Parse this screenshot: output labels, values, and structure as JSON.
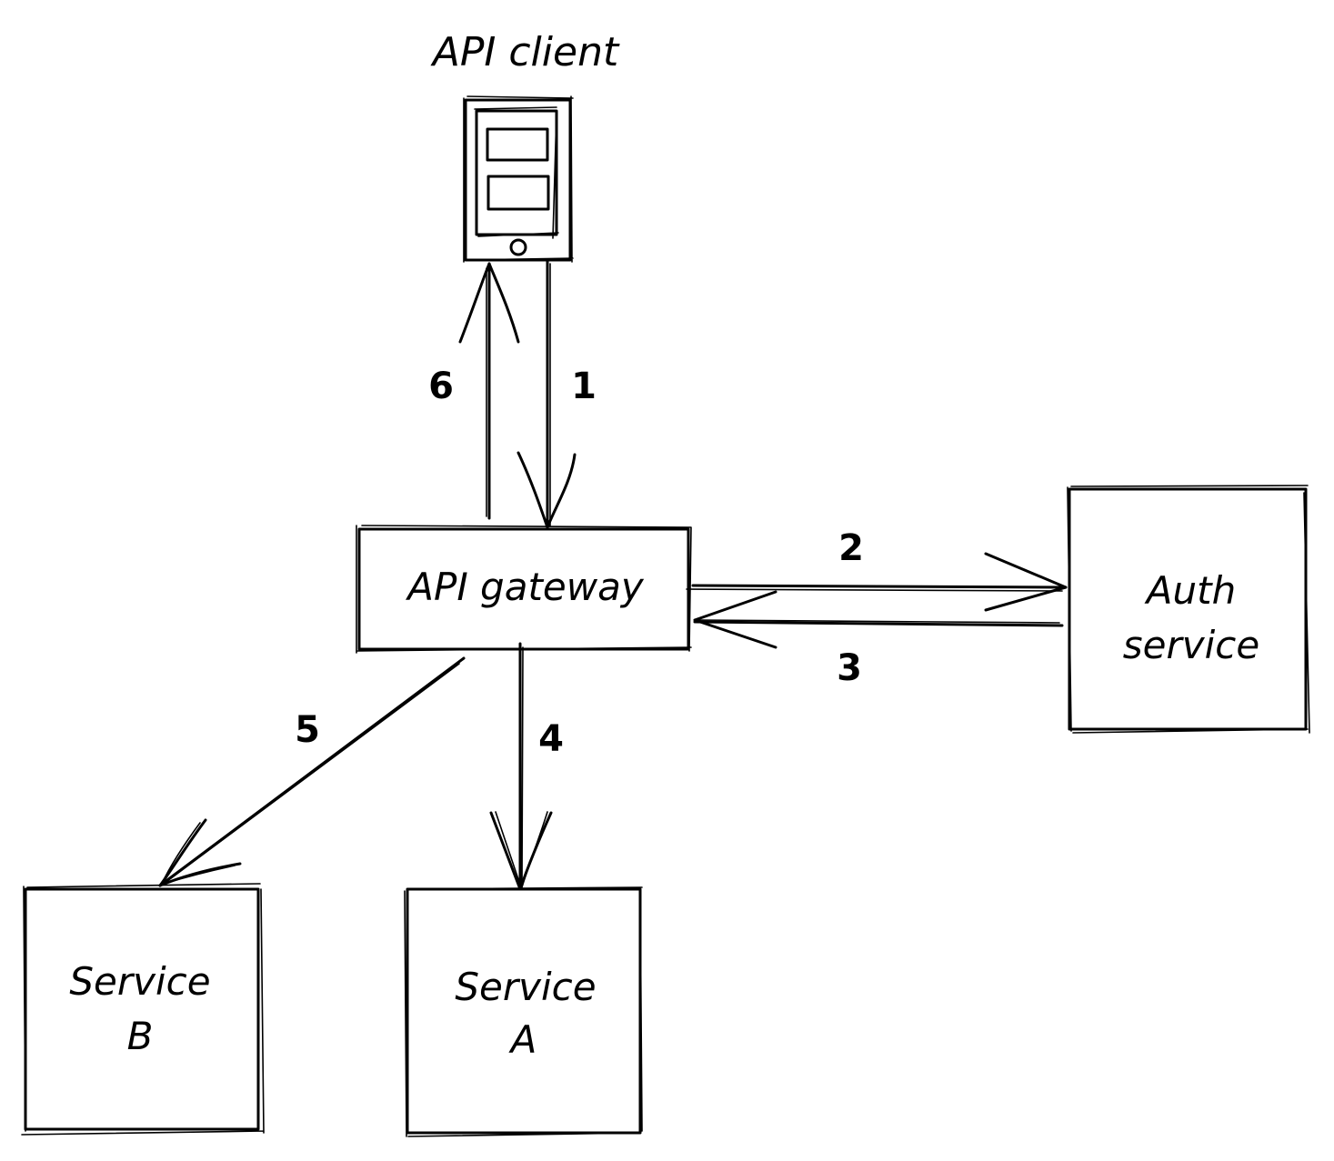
{
  "diagram": {
    "title": "API gateway request flow",
    "nodes": {
      "client": {
        "label": "API client",
        "icon": "mobile-phone-icon"
      },
      "gateway": {
        "label": "API gateway"
      },
      "auth": {
        "label_line1": "Auth",
        "label_line2": "service"
      },
      "service_a": {
        "label_line1": "Service",
        "label_line2": "A"
      },
      "service_b": {
        "label_line1": "Service",
        "label_line2": "B"
      }
    },
    "edges": [
      {
        "step": "1",
        "from": "API client",
        "to": "API gateway"
      },
      {
        "step": "2",
        "from": "API gateway",
        "to": "Auth service"
      },
      {
        "step": "3",
        "from": "Auth service",
        "to": "API gateway"
      },
      {
        "step": "4",
        "from": "API gateway",
        "to": "Service A"
      },
      {
        "step": "5",
        "from": "API gateway",
        "to": "Service B"
      },
      {
        "step": "6",
        "from": "API gateway",
        "to": "API client"
      }
    ],
    "colors": {
      "stroke": "#000000",
      "phone_body": "#ced4da",
      "phone_screen": "#f1f3f5",
      "hatch": "#f5b51b"
    }
  }
}
